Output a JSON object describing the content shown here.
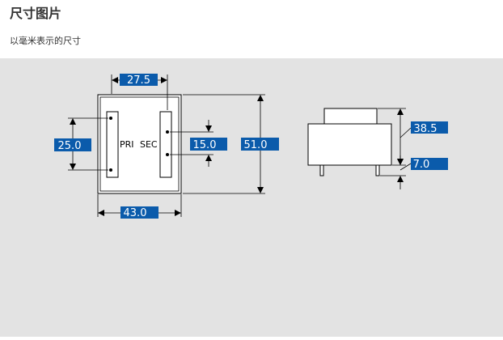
{
  "header": {
    "title": "尺寸图片",
    "subtitle": "以毫米表示的尺寸"
  },
  "diagram": {
    "front_view": {
      "pin_labels": {
        "primary": "PRI",
        "secondary": "SEC"
      },
      "dimensions": {
        "pri_sec_width": "27.5",
        "pri_pin_pitch": "25.0",
        "sec_pin_pitch": "15.0",
        "body_height": "51.0",
        "body_width": "43.0"
      }
    },
    "side_view": {
      "dimensions": {
        "total_height": "38.5",
        "pin_length": "7.0"
      }
    },
    "colors": {
      "label_fill": "#0b5bab",
      "label_text": "#ffffff",
      "line": "#000000",
      "background": "#e3e3e3"
    }
  }
}
